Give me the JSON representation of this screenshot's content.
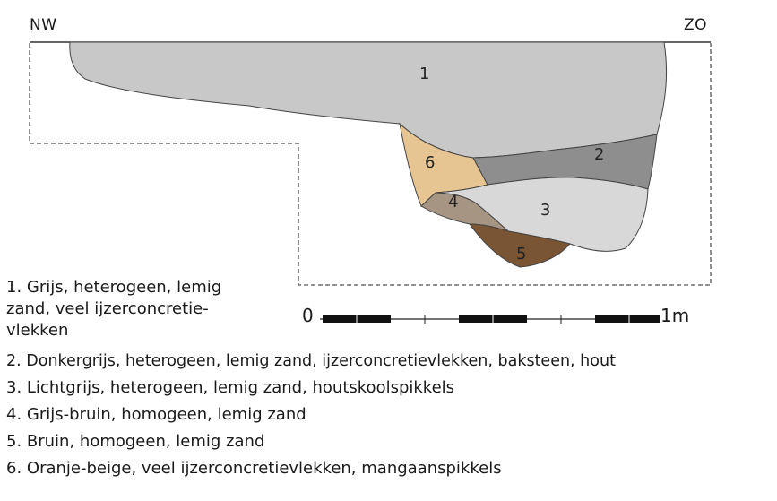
{
  "orientation": {
    "left": "NW",
    "right": "ZO"
  },
  "layers": [
    {
      "number": "1",
      "color": "#c8c8c8"
    },
    {
      "number": "2",
      "color": "#8e8e8e"
    },
    {
      "number": "3",
      "color": "#d8d8d8"
    },
    {
      "number": "4",
      "color": "#a79584"
    },
    {
      "number": "5",
      "color": "#7a5534"
    },
    {
      "number": "6",
      "color": "#e6c592"
    }
  ],
  "scale": {
    "start_label": "0",
    "end_label": "1m"
  },
  "legend": [
    {
      "text": "1. Grijs, heterogeen, lemig"
    },
    {
      "text": "zand, veel ijzerconcretie-"
    },
    {
      "text": "vlekken"
    },
    {
      "text": "2. Donkergrijs, heterogeen, lemig zand, ijzerconcretievlekken, baksteen, hout"
    },
    {
      "text": "3. Lichtgrijs, heterogeen, lemig zand, houtskoolspikkels"
    },
    {
      "text": "4. Grijs-bruin, homogeen, lemig zand"
    },
    {
      "text": "5. Bruin, homogeen, lemig zand"
    },
    {
      "text": "6. Oranje-beige, veel ijzerconcretievlekken, mangaanspikkels"
    }
  ]
}
